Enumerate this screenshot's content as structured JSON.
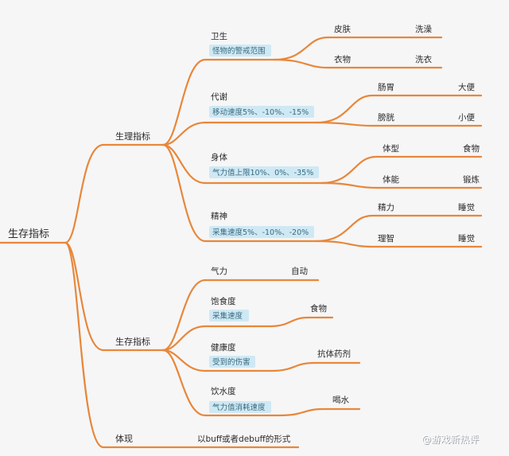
{
  "root": "生存指标",
  "physio": {
    "title": "生理指标",
    "hygiene": {
      "label": "卫生",
      "note": "怪物的警戒范围",
      "items": [
        {
          "a": "皮肤",
          "b": "洗澡"
        },
        {
          "a": "衣物",
          "b": "洗衣"
        }
      ]
    },
    "metabolism": {
      "label": "代谢",
      "note": "移动速度5%、-10%、-15%",
      "items": [
        {
          "a": "肠胃",
          "b": "大便"
        },
        {
          "a": "膀胱",
          "b": "小便"
        }
      ]
    },
    "body": {
      "label": "身体",
      "note": "气力值上限10%、0%、-35%",
      "items": [
        {
          "a": "体型",
          "b": "食物"
        },
        {
          "a": "体能",
          "b": "锻炼"
        }
      ]
    },
    "spirit": {
      "label": "精神",
      "note": "采集速度5%、-10%、-20%",
      "items": [
        {
          "a": "精力",
          "b": "睡觉"
        },
        {
          "a": "理智",
          "b": "睡觉"
        }
      ]
    }
  },
  "survival": {
    "title": "生存指标",
    "stamina": {
      "label": "气力",
      "b": "自动"
    },
    "satiety": {
      "label": "饱食度",
      "note": "采集速度",
      "b": "食物"
    },
    "health": {
      "label": "健康度",
      "note": "受到的伤害",
      "b": "抗体药剂"
    },
    "hydration": {
      "label": "饮水度",
      "note": "气力值消耗速度",
      "b": "喝水"
    }
  },
  "embody": {
    "title": "体现",
    "desc": "以buff或者debuff的形式"
  },
  "watermark": "@游戏新热评",
  "colors": {
    "branch": "#e8873a",
    "note_bg": "#cfe9f4",
    "note_text": "#3a6a80",
    "background": "#f6f6f7"
  }
}
